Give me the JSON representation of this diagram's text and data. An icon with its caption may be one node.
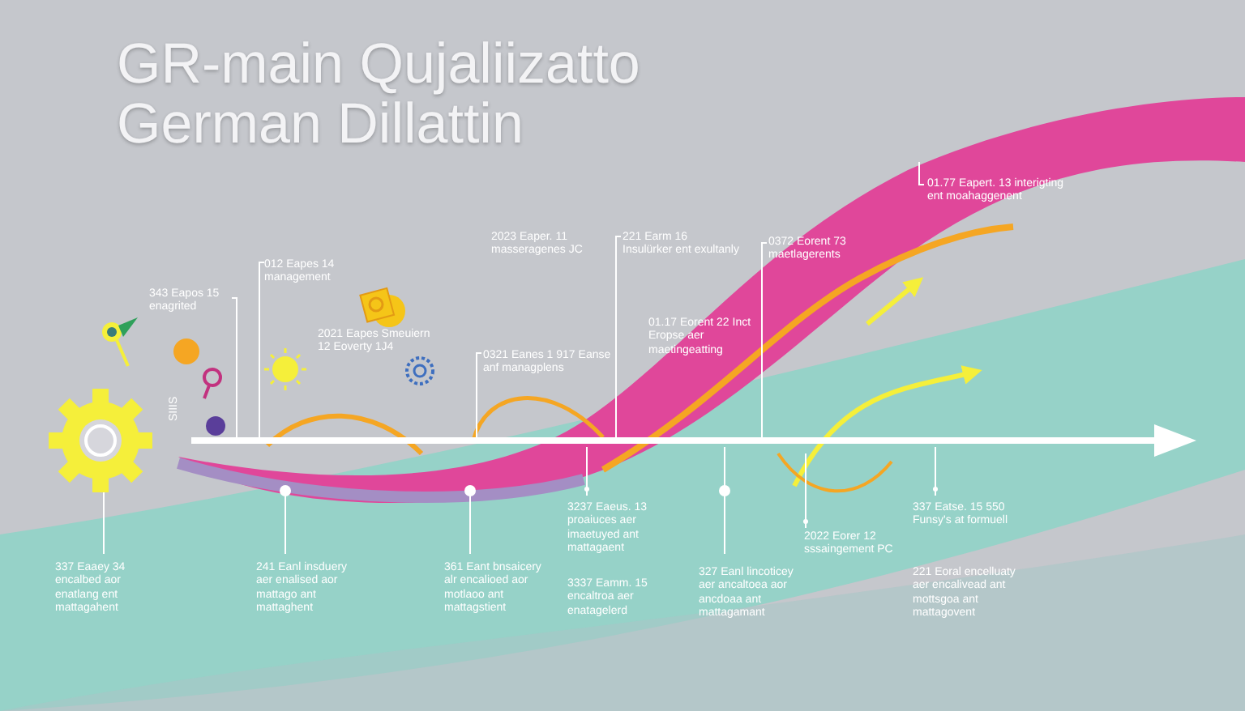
{
  "diagram": {
    "title": "GR-main Qujaliizatto German Dillattin",
    "labels": [
      "2023 Eaper. 11 masseragenes JC",
      "221 Earm 16 Insulürker ent exultanly",
      "012 Eapes 14 management",
      "0372 Eorent 73 maetlagerents",
      "01.77 Eapert. 13 interigting ent moahaggenent",
      "343 Eapos 15 enagrited",
      "01.17 Eorent 22 Inct Eropse aer maetingeatting",
      "2021 Eapes Smeuiern 12 Eoverty 1J4",
      "0321 Eanes 1 917 Eanse anf managplens",
      "SIIIS",
      "337 Eaaey 34 encalbed aor enatlang ent mattagahent",
      "241 Eanl insduery aer enalised aor mattago ant mattaghent",
      "361 Eant bnsaicery alr encalioed aor motlaoo ant mattagstient",
      "3237 Eaeus. 13 proaiuces aer imaetuyed ant mattagaent",
      "3337 Eamm. 15 encaltroa aer enatagelerd",
      "327 Eanl lincoticey aer ancaltoea aor ancdoaa ant mattagamant",
      "2022 Eorer 12 sssaingement PC",
      "337 Eatse. 15 550 Funsy's at formuell",
      "221 Eoral encelluaty aer encalivead ant mottsgoa ant mattagovent"
    ]
  }
}
